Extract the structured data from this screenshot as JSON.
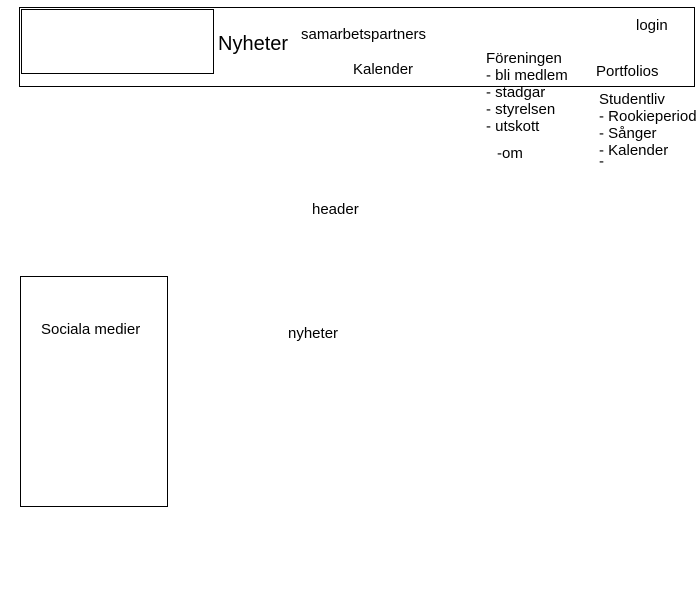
{
  "nav": {
    "news": "Nyheter",
    "partners": "samarbetspartners",
    "calendar": "Kalender",
    "login": "login",
    "portfolios": "Portfolios"
  },
  "association": {
    "title": "Föreningen",
    "items": [
      "- bli medlem",
      "- stadgar",
      "- styrelsen",
      "- utskott"
    ],
    "about": "-om"
  },
  "student_life": {
    "title": "Studentliv",
    "items": [
      "- Rookieperiod",
      "- Sånger",
      "- Kalender",
      "-"
    ]
  },
  "sections": {
    "header": "header",
    "news": "nyheter"
  },
  "sidebar": {
    "social": "Sociala medier"
  }
}
